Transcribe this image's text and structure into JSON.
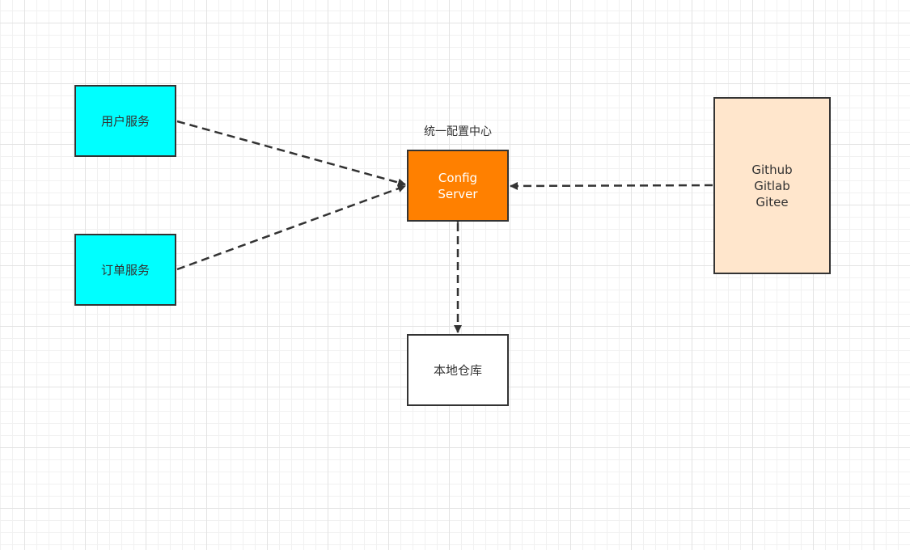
{
  "nodes": {
    "user_service": "用户服务",
    "order_service": "订单服务",
    "config_server": "Config\nServer",
    "config_caption": "统一配置中心",
    "local_repo": "本地仓库",
    "git_hosts": "Github\nGitlab\nGitee"
  },
  "colors": {
    "service_fill": "#00ffff",
    "config_fill": "#ff8000",
    "git_fill": "#ffe6cc",
    "local_fill": "#ffffff",
    "stroke": "#333333"
  }
}
